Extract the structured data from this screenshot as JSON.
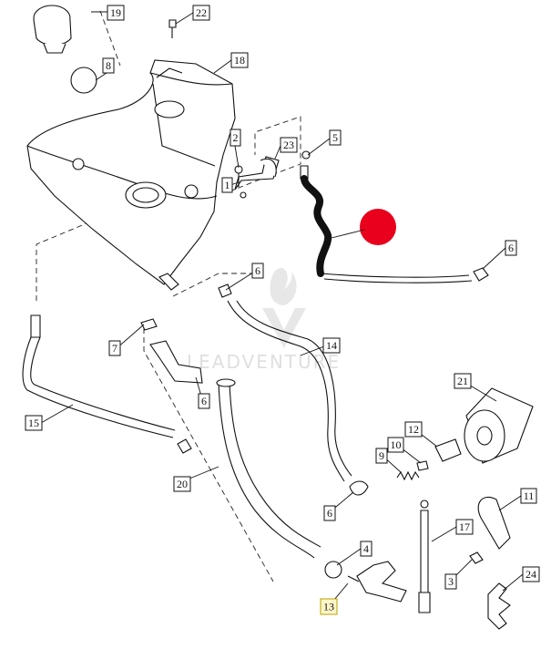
{
  "diagram": {
    "watermark_text": "LEADVENTURE",
    "highlight_color": "#e8001c",
    "callouts": [
      {
        "id": "c1",
        "label": "1"
      },
      {
        "id": "c2",
        "label": "2"
      },
      {
        "id": "c3",
        "label": "3"
      },
      {
        "id": "c4",
        "label": "4"
      },
      {
        "id": "c5",
        "label": "5"
      },
      {
        "id": "c6a",
        "label": "6"
      },
      {
        "id": "c6b",
        "label": "6"
      },
      {
        "id": "c6c",
        "label": "6"
      },
      {
        "id": "c6d",
        "label": "6"
      },
      {
        "id": "c7",
        "label": "7"
      },
      {
        "id": "c8",
        "label": "8"
      },
      {
        "id": "c9",
        "label": "9"
      },
      {
        "id": "c10",
        "label": "10"
      },
      {
        "id": "c11",
        "label": "11"
      },
      {
        "id": "c12",
        "label": "12"
      },
      {
        "id": "c13",
        "label": "13"
      },
      {
        "id": "c14",
        "label": "14"
      },
      {
        "id": "c15",
        "label": "15"
      },
      {
        "id": "c17",
        "label": "17"
      },
      {
        "id": "c18",
        "label": "18"
      },
      {
        "id": "c19",
        "label": "19"
      },
      {
        "id": "c20",
        "label": "20"
      },
      {
        "id": "c21",
        "label": "21"
      },
      {
        "id": "c22",
        "label": "22"
      },
      {
        "id": "c23",
        "label": "23"
      },
      {
        "id": "c24",
        "label": "24"
      }
    ]
  }
}
